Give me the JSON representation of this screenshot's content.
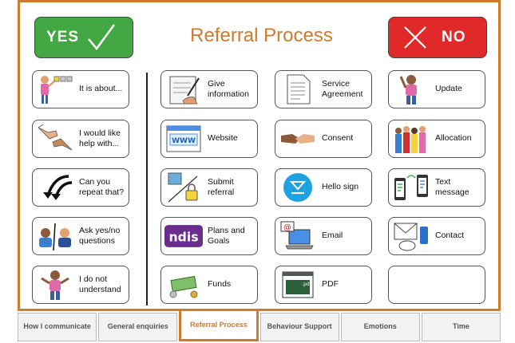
{
  "header": {
    "title": "Referral Process",
    "yes_label": "YES",
    "no_label": "NO"
  },
  "cells": [
    {
      "text": "It is about...",
      "icon": "pointing-person-icon"
    },
    {
      "text": "I would like help with...",
      "icon": "helping-hands-icon"
    },
    {
      "text": "Can you repeat that?",
      "icon": "repeat-arrows-icon"
    },
    {
      "text": "Ask yes/no questions",
      "icon": "yes-no-people-icon"
    },
    {
      "text": "I do not understand",
      "icon": "shrug-person-icon"
    },
    {
      "text": "Give information",
      "icon": "writing-hand-icon"
    },
    {
      "text": "Website",
      "icon": "browser-window-icon",
      "www": "WWW"
    },
    {
      "text": "Submit referral",
      "icon": "lock-document-icon"
    },
    {
      "text": "Plans and Goals",
      "icon": "ndis-logo-icon",
      "logo": "ndis"
    },
    {
      "text": "Funds",
      "icon": "money-icon"
    },
    {
      "text": "Service Agreement",
      "icon": "document-icon"
    },
    {
      "text": "Consent",
      "icon": "handshake-icon"
    },
    {
      "text": "Hello sign",
      "icon": "hellosign-logo-icon"
    },
    {
      "text": "Email",
      "icon": "email-laptop-icon",
      "at": "@"
    },
    {
      "text": "PDF",
      "icon": "pdf-file-icon",
      "ext": ".pdf"
    },
    {
      "text": "Update",
      "icon": "hand-raised-person-icon"
    },
    {
      "text": "Allocation",
      "icon": "group-people-icon"
    },
    {
      "text": "Text message",
      "icon": "phones-message-icon"
    },
    {
      "text": "Contact",
      "icon": "contact-devices-icon"
    },
    {
      "text": "",
      "icon": ""
    }
  ],
  "tabs": [
    {
      "label": "How I communicate",
      "active": false
    },
    {
      "label": "General enquiries",
      "active": false
    },
    {
      "label": "Referral Process",
      "active": true
    },
    {
      "label": "Behaviour Support",
      "active": false
    },
    {
      "label": "Emotions",
      "active": false
    },
    {
      "label": "Time",
      "active": false
    }
  ],
  "colors": {
    "accent": "#cd7b2e",
    "yes": "#43a843",
    "no": "#e02a2a"
  }
}
